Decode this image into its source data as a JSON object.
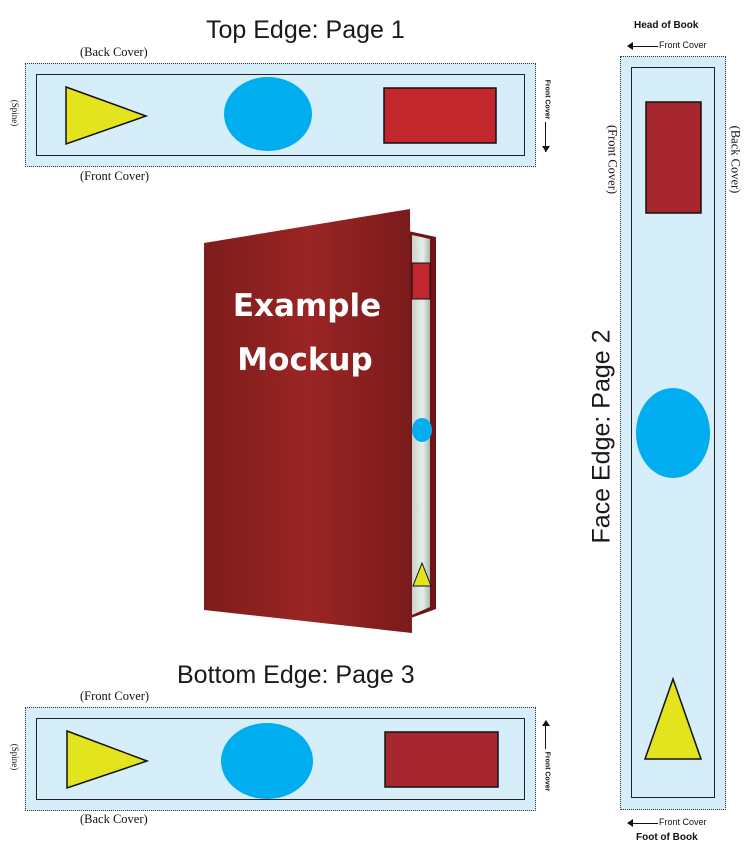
{
  "top_edge": {
    "heading": "Top Edge: Page 1",
    "label_above": "(Back Cover)",
    "label_below": "(Front Cover)",
    "label_left": "(Spine)",
    "arrow_label": "Front Cover",
    "shapes": [
      {
        "kind": "triangle",
        "color": "#e3e31e"
      },
      {
        "kind": "circle",
        "color": "#00adef"
      },
      {
        "kind": "rectangle",
        "color": "#c1272d"
      }
    ]
  },
  "bottom_edge": {
    "heading": "Bottom Edge: Page 3",
    "label_above": "(Front Cover)",
    "label_below": "(Back Cover)",
    "label_left": "(Spine)",
    "arrow_label": "Front Cover",
    "shapes": [
      {
        "kind": "triangle",
        "color": "#e3e31e"
      },
      {
        "kind": "circle",
        "color": "#00adef"
      },
      {
        "kind": "rectangle",
        "color": "#a8262e"
      }
    ]
  },
  "face_edge": {
    "heading": "Face Edge:  Page 2",
    "head_label": "Head of Book",
    "foot_label": "Foot of Book",
    "arrow_top_label": "Front Cover",
    "arrow_bottom_label": "Front Cover",
    "label_left": "(Front Cover)",
    "label_right": "(Back Cover)",
    "shapes": [
      {
        "kind": "rectangle",
        "color": "#a8262e"
      },
      {
        "kind": "circle",
        "color": "#00adef"
      },
      {
        "kind": "triangle",
        "color": "#e3e31e"
      }
    ]
  },
  "mockup": {
    "title_line1": "Example",
    "title_line2": "Mockup",
    "cover_color": "#8f2020",
    "pages_color": "#d9e4de"
  }
}
